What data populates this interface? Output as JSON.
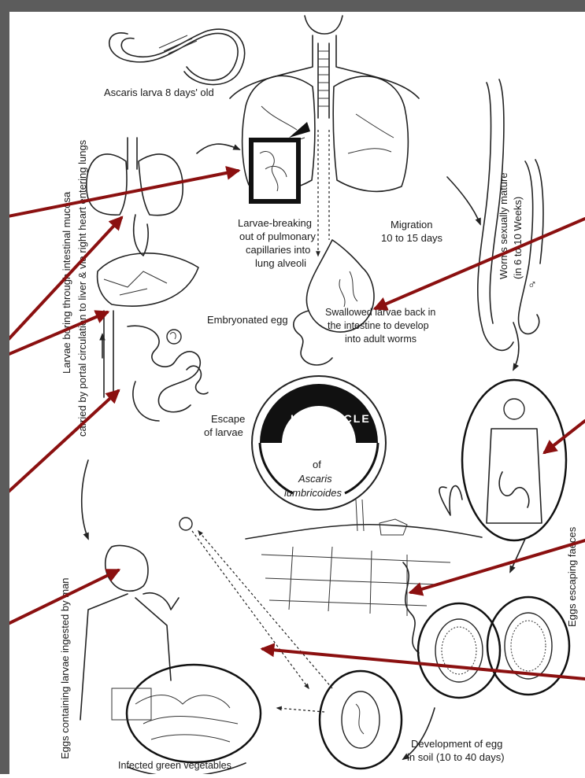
{
  "diagram": {
    "center": {
      "title": "LIFE CYCLE",
      "of": "of",
      "species_line1": "Ascaris",
      "species_line2": "lumbricoides"
    },
    "labels": {
      "larva_age": "Ascaris larva 8 days' old",
      "breaking_1": "Larvae-breaking",
      "breaking_2": "out of pulmonary",
      "breaking_3": "capillaries into",
      "breaking_4": "lung alveoli",
      "migration_1": "Migration",
      "migration_2": "10 to 15 days",
      "swallowed_1": "Swallowed larvae back in",
      "swallowed_2": "the intestine to develop",
      "swallowed_3": "into adult worms",
      "embryonated": "Embryonated egg",
      "escape_1": "Escape",
      "escape_2": "of larvae",
      "worms_1": "Worms sexually mature",
      "worms_2": "(in 6 to 10 Weeks)",
      "male_symbol": "♂",
      "left_vertical_1": "Larvae boring through intestinal mucosa",
      "left_vertical_2": "carried by portal circulation to liver & via right heart entering lungs",
      "ingested": "Eggs containing larvae ingested by man",
      "eggs_escaping": "Eggs escaping faeces",
      "vegetables": "Infected green vegetables",
      "development_1": "Development of egg",
      "development_2": "in soil (10 to 40 days)"
    },
    "colors": {
      "pointer_arrow": "#8b1010",
      "frame": "#5c5c5c",
      "line_art": "#222222"
    }
  }
}
